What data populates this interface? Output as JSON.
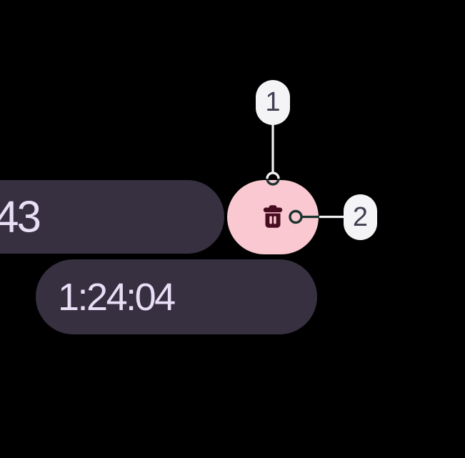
{
  "stopwatch": {
    "lap_time": "43",
    "total_time": "1:24:04"
  },
  "delete_button": {
    "icon": "trash-icon"
  },
  "callouts": [
    {
      "label": "1"
    },
    {
      "label": "2"
    }
  ],
  "colors": {
    "background": "#000000",
    "chip_background": "#363040",
    "chip_text": "#e9def6",
    "delete_button_background": "#f9c8d0",
    "delete_icon": "#470b20",
    "callout_badge_background": "#f4f3f5",
    "callout_badge_text": "#413e52",
    "callout_line_light": "#f0eff2",
    "callout_line_dark": "#1b332f"
  }
}
